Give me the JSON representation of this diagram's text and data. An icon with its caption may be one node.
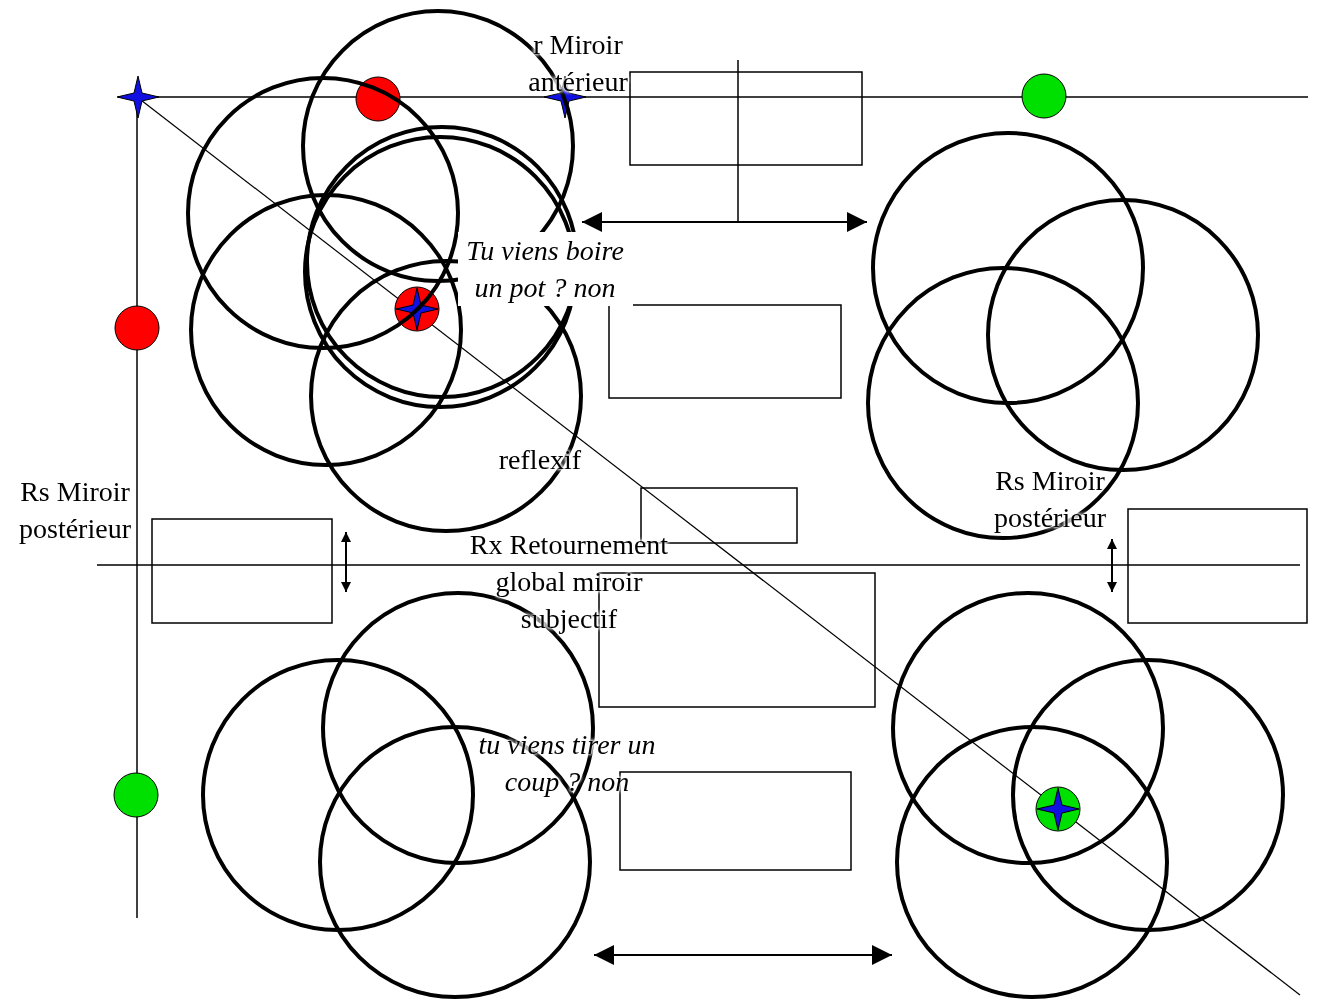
{
  "diagram": {
    "nodes": [
      {
        "text": [],
        "shape": "picture"
      },
      {
        "text": [],
        "shape": "picture"
      },
      {
        "text": [],
        "shape": "picture"
      },
      {
        "text": [],
        "shape": "picture"
      },
      {
        "text": [],
        "shape": "box"
      },
      {
        "text": [],
        "shape": "box"
      },
      {
        "text": [],
        "shape": "box"
      },
      {
        "text": [],
        "shape": "box"
      },
      {
        "text": [],
        "shape": "box"
      },
      {
        "text": [],
        "shape": "box"
      },
      {
        "text": [],
        "shape": "box"
      }
    ],
    "edges": [
      {
        "from": 0,
        "to": 1,
        "arrow": "both"
      },
      {
        "from": 0,
        "to": 2,
        "arrow": "both"
      },
      {
        "from": 1,
        "to": 3,
        "arrow": "both"
      },
      {
        "from": 2,
        "to": 3,
        "arrow": "both"
      }
    ],
    "labels": [
      "r Miroir antérieur",
      "Tu viens boire un pot ? non",
      "reflexif",
      "Rs Miroir postérieur",
      "Rs Miroir postérieur",
      "Rx Retournement global miroir subjectif",
      "tu viens tirer un coup ? non"
    ]
  }
}
